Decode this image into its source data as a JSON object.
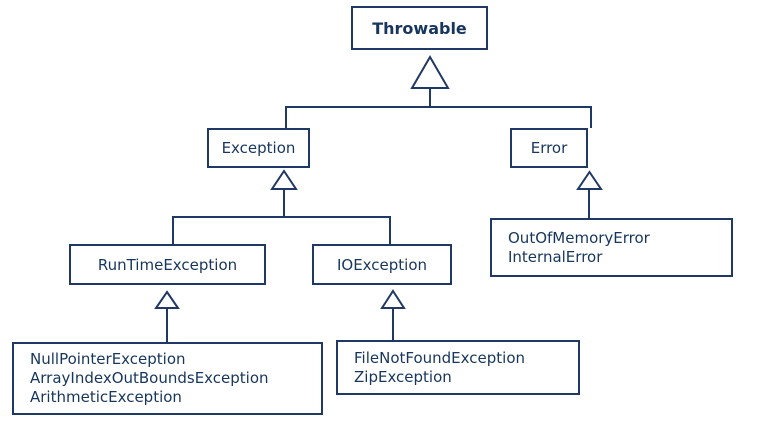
{
  "diagram": {
    "type": "class-inheritance-hierarchy",
    "colors": {
      "line": "#1F3864",
      "text": "#17365D",
      "background": "#FFFFFF"
    },
    "nodes": {
      "throwable": {
        "label": "Throwable"
      },
      "exception": {
        "label": "Exception"
      },
      "error": {
        "label": "Error"
      },
      "runtime_exception": {
        "label": "RunTimeException"
      },
      "io_exception": {
        "label": "IOException"
      },
      "error_subclasses": {
        "lines": [
          "OutOfMemoryError",
          "InternalError"
        ]
      },
      "runtime_subclasses": {
        "lines": [
          "NullPointerException",
          "ArrayIndexOutBoundsException",
          "ArithmeticException"
        ]
      },
      "io_subclasses": {
        "lines": [
          "FileNotFoundException",
          "ZipException"
        ]
      }
    },
    "edges": [
      {
        "from": "Exception",
        "to": "Throwable",
        "type": "generalization"
      },
      {
        "from": "Error",
        "to": "Throwable",
        "type": "generalization"
      },
      {
        "from": "RunTimeException",
        "to": "Exception",
        "type": "generalization"
      },
      {
        "from": "IOException",
        "to": "Exception",
        "type": "generalization"
      },
      {
        "from": "OutOfMemoryError / InternalError",
        "to": "Error",
        "type": "generalization"
      },
      {
        "from": "NullPointerException / ArrayIndexOutBoundsException / ArithmeticException",
        "to": "RunTimeException",
        "type": "generalization"
      },
      {
        "from": "FileNotFoundException / ZipException",
        "to": "IOException",
        "type": "generalization"
      }
    ]
  }
}
